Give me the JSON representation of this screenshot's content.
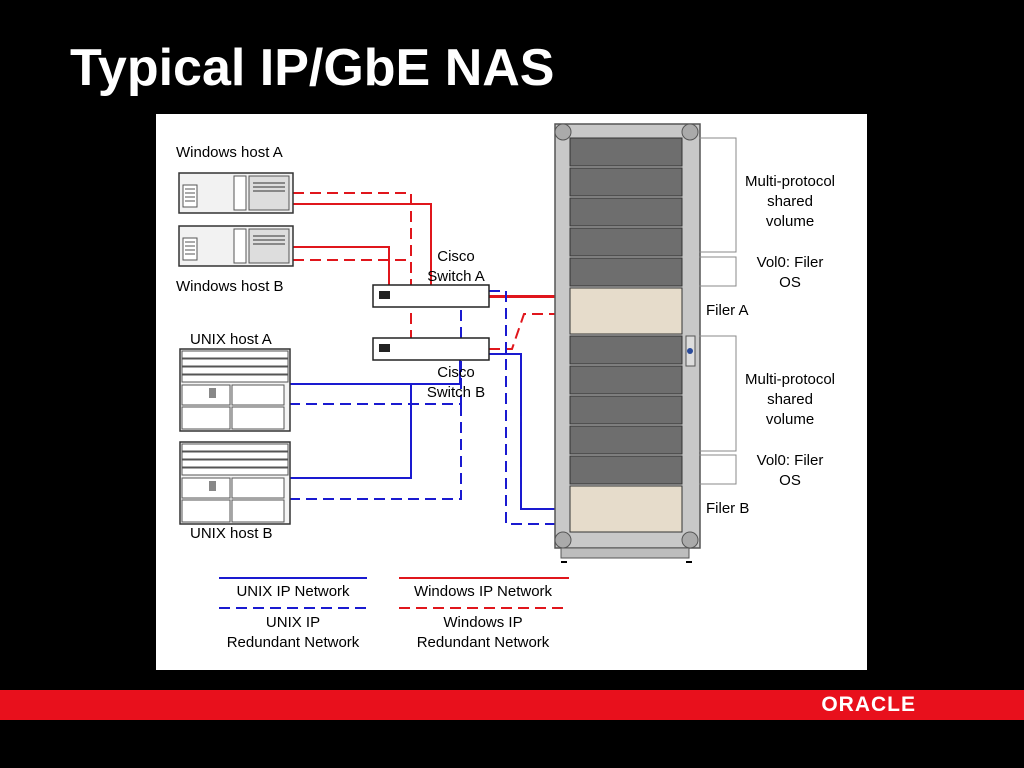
{
  "slide": {
    "title": "Typical IP/GbE NAS",
    "brand": "ORACLE"
  },
  "diagram": {
    "hosts": {
      "windows_a": "Windows host A",
      "windows_b": "Windows host B",
      "unix_a": "UNIX host A",
      "unix_b": "UNIX host B"
    },
    "switches": {
      "a": [
        "Cisco",
        "Switch A"
      ],
      "b": [
        "Cisco",
        "Switch B"
      ]
    },
    "storage": {
      "volume_a": [
        "Multi-protocol",
        "shared",
        "volume"
      ],
      "os_a": [
        "Vol0: Filer",
        "OS"
      ],
      "filer_a": "Filer A",
      "volume_b": [
        "Multi-protocol",
        "shared",
        "volume"
      ],
      "os_b": [
        "Vol0: Filer",
        "OS"
      ],
      "filer_b": "Filer B"
    },
    "legend": {
      "unix_ip": "UNIX IP Network",
      "windows_ip": "Windows IP Network",
      "unix_redundant": [
        "UNIX IP",
        "Redundant Network"
      ],
      "windows_redundant": [
        "Windows IP",
        "Redundant Network"
      ]
    },
    "colors": {
      "windows_network": "#e0161c",
      "unix_network": "#1a1ad0",
      "brand_band": "#e8101c"
    }
  }
}
